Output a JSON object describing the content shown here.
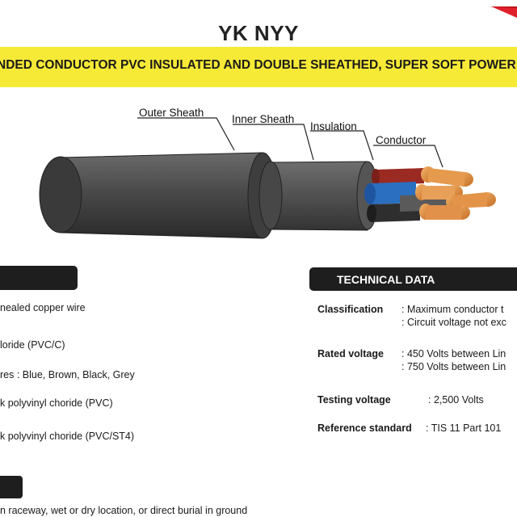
{
  "title": "YK NYY",
  "subtitle": "NDED CONDUCTOR PVC INSULATED AND DOUBLE SHEATHED, SUPER SOFT POWER",
  "diagram": {
    "labels": {
      "outer_sheath": "Outer Sheath",
      "inner_sheath": "Inner Sheath",
      "insulation": "Insulation",
      "conductor": "Conductor"
    }
  },
  "construction": {
    "items": [
      "nealed copper wire",
      "loride (PVC/C)",
      "res : Blue, Brown, Black, Grey",
      "k polyvinyl choride (PVC)",
      "k polyvinyl choride (PVC/ST4)"
    ]
  },
  "technical": {
    "header": "TECHNICAL DATA",
    "rows": [
      {
        "label": "Classification",
        "values": [
          ": Maximum conductor t",
          ": Circuit voltage not exc"
        ]
      },
      {
        "label": "Rated voltage",
        "values": [
          ": 450 Volts between Lin",
          ": 750 Volts between Lin"
        ]
      },
      {
        "label": "Testing voltage",
        "values": [
          ": 2,500 Volts"
        ]
      },
      {
        "label": "Reference standard",
        "values": [
          ": TIS 11 Part 101"
        ]
      }
    ]
  },
  "application": {
    "text": "n raceway, wet or dry location, or direct burial in ground"
  },
  "colors": {
    "band": "#f7ea36",
    "bar": "#1e1e1e",
    "accent": "#e0202a"
  }
}
